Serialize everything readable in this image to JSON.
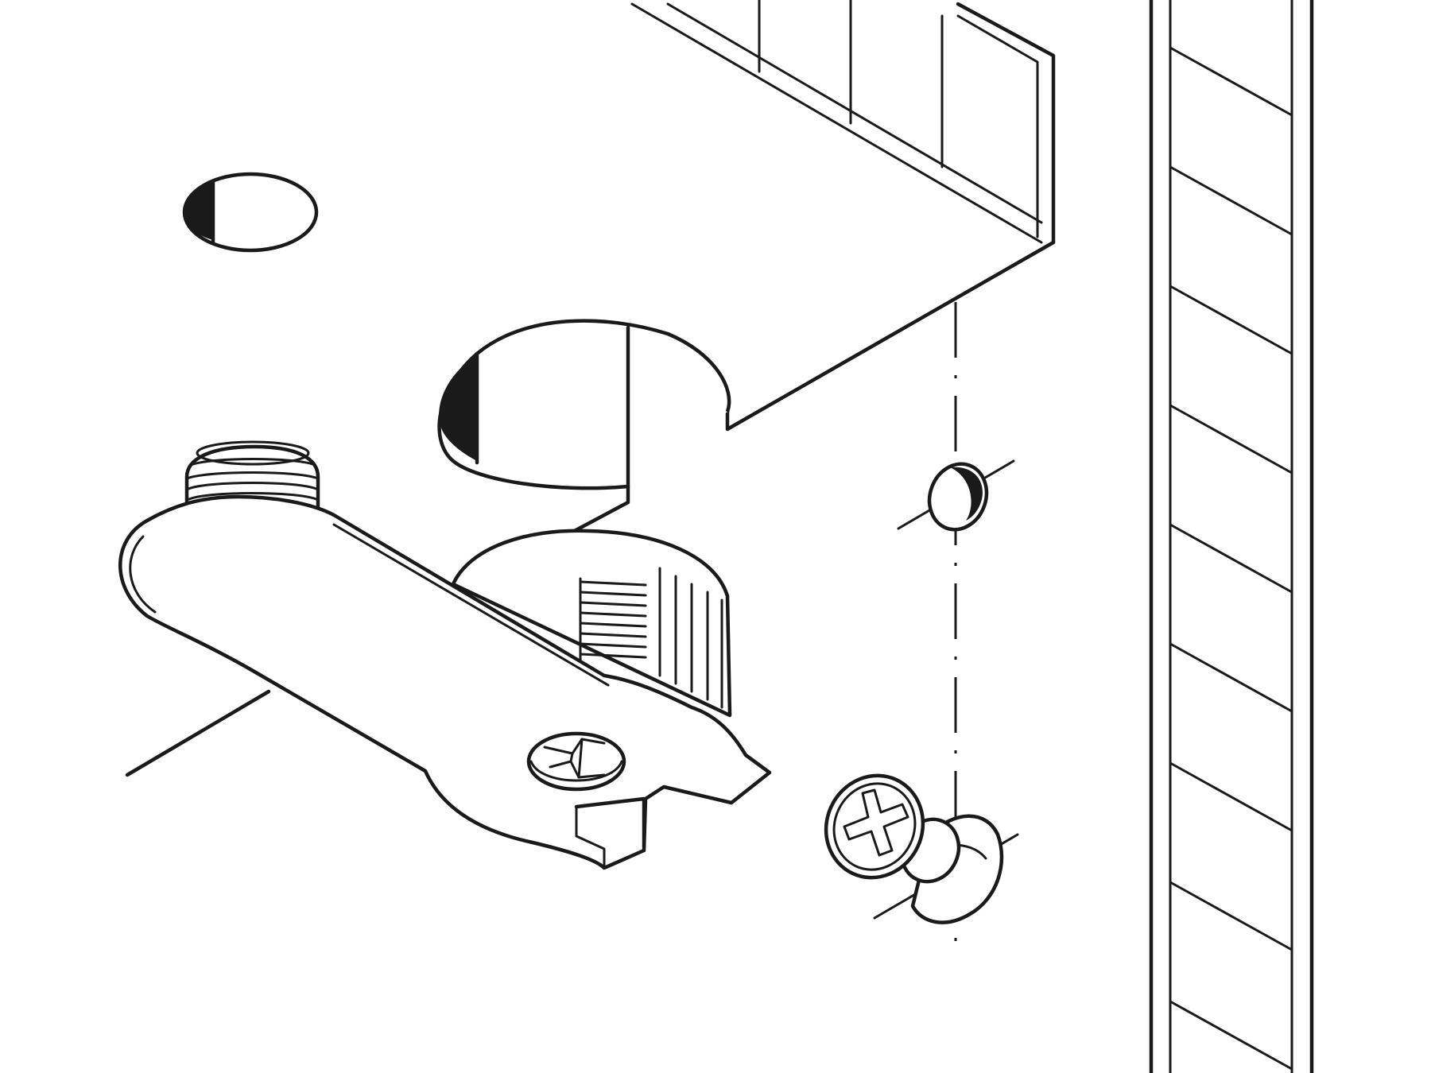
{
  "figure": {
    "kind": "technical assembly illustration",
    "parts": [
      {
        "name": "drawer-side-panel",
        "icon": "panel-hatched-icon"
      },
      {
        "name": "connector-housing-with-cam-lever",
        "icon": "cam-lever-icon"
      },
      {
        "name": "phillips-screw",
        "icon": "phillips-screw-icon"
      },
      {
        "name": "cabinet-wall",
        "icon": "wall-hatched-icon"
      }
    ],
    "colors": {
      "line": "#1a1a1a",
      "background": "#ffffff"
    }
  }
}
